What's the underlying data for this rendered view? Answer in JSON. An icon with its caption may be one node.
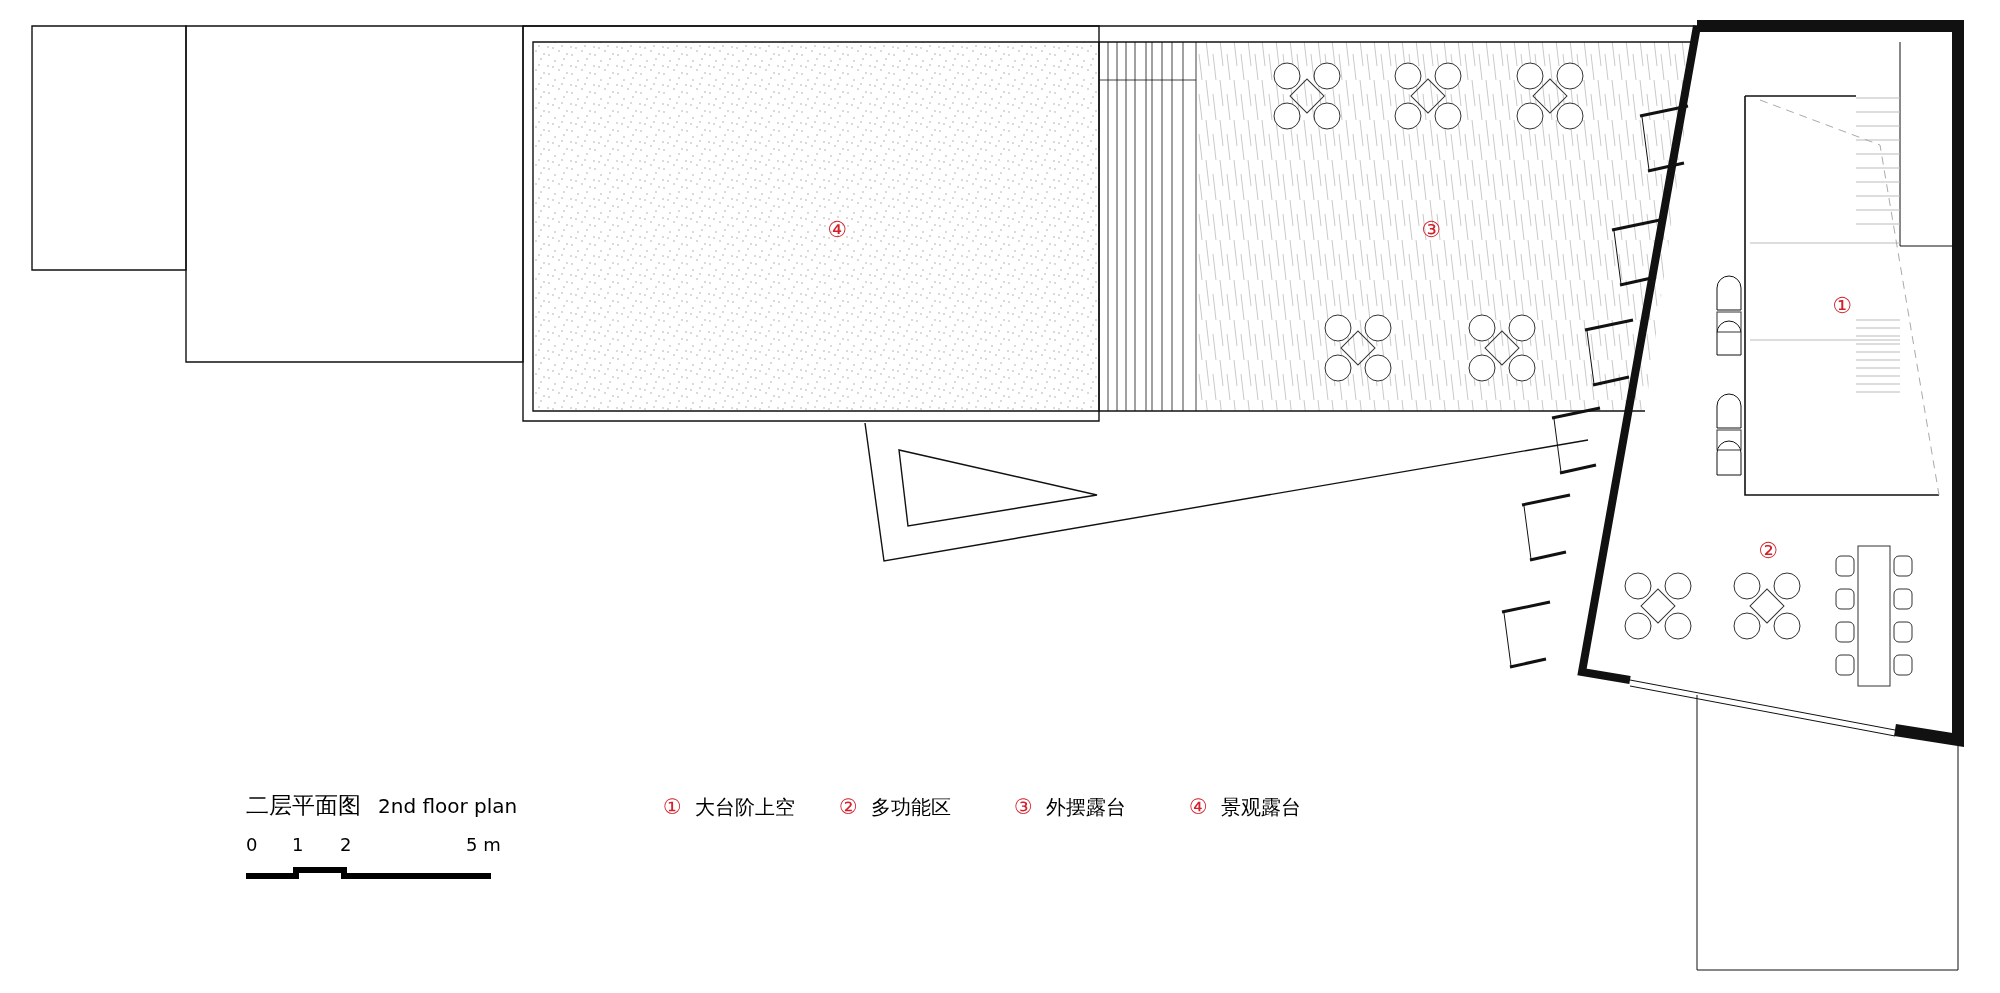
{
  "diagram": {
    "title": "二层平面图",
    "labels": [
      "④",
      "③",
      "①",
      "②",
      "2nd floor plan",
      "①",
      "大台阶上空",
      "②",
      "多功能区",
      "③",
      "外摆露台",
      "④",
      "景观露台",
      "0",
      "1",
      "2",
      "5 m"
    ]
  }
}
